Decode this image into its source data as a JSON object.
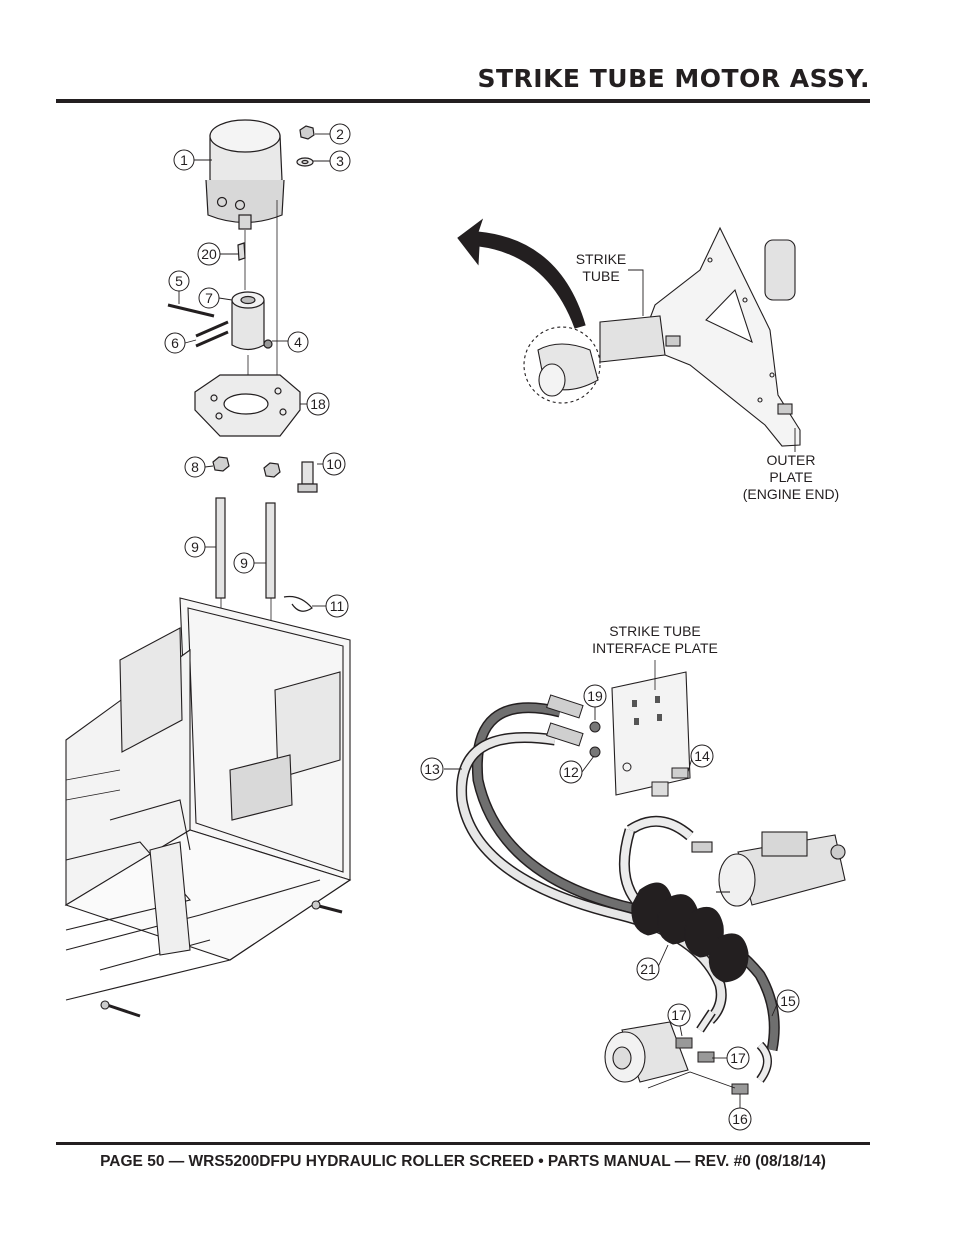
{
  "header": {
    "title": "STRIKE TUBE MOTOR ASSY."
  },
  "footer": {
    "text": "PAGE 50 — WRS5200DFPU HYDRAULIC ROLLER SCREED • PARTS MANUAL  — REV. #0 (08/18/14)"
  },
  "callouts": {
    "c1": "1",
    "c2": "2",
    "c3": "3",
    "c4": "4",
    "c5": "5",
    "c6": "6",
    "c7": "7",
    "c8": "8",
    "c9a": "9",
    "c9b": "9",
    "c10": "10",
    "c11": "11",
    "c12": "12",
    "c13": "13",
    "c14": "14",
    "c15": "15",
    "c16": "16",
    "c17a": "17",
    "c17b": "17",
    "c18": "18",
    "c19": "19",
    "c20": "20",
    "c21": "21"
  },
  "labels": {
    "strike_tube_1": "STRIKE",
    "strike_tube_2": "TUBE",
    "outer_plate_1": "OUTER",
    "outer_plate_2": "PLATE",
    "outer_plate_3": "(ENGINE END)",
    "interface_plate_1": "STRIKE TUBE",
    "interface_plate_2": "INTERFACE PLATE"
  }
}
